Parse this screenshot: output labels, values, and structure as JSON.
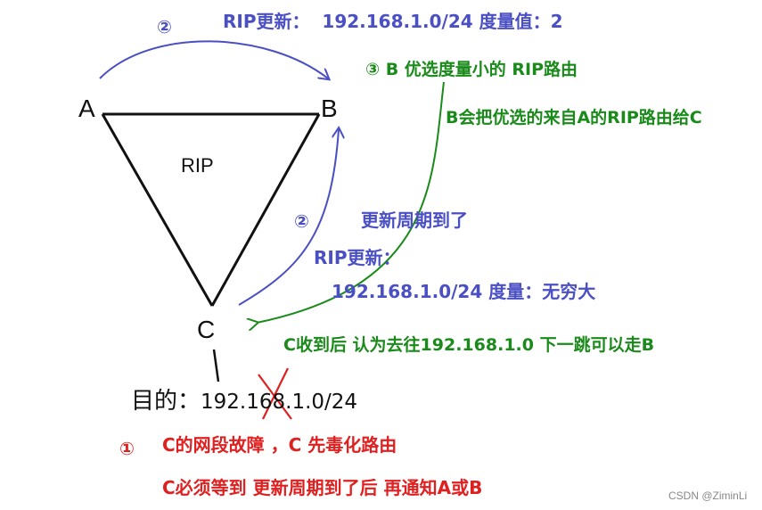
{
  "nodes": {
    "a": "A",
    "b": "B",
    "c": "C"
  },
  "center_label": "RIP",
  "destination": {
    "prefix": "目的：",
    "address": "192.168.1.0/24"
  },
  "top_update": {
    "step": "②",
    "text": "RIP更新：  192.168.1.0/24 度量值：2"
  },
  "step3": {
    "text": "③ B 优选度量小的 RIP路由"
  },
  "b_forward": "B会把优选的来自A的RIP路由给C",
  "mid_update": {
    "step": "②",
    "cycle": "更新周期到了",
    "label": "RIP更新：",
    "detail": "192.168.1.0/24 度量：无穷大"
  },
  "c_received": "C收到后 认为去往192.168.1.0 下一跳可以走B",
  "step1": {
    "step": "①",
    "line1": "C的网段故障 ，C 先毒化路由",
    "line2": "C必须等到 更新周期到了后 再通知A或B"
  },
  "watermark": "CSDN @ZiminLi",
  "colors": {
    "blue": "#4a4fc4",
    "green": "#1a8a1a",
    "red": "#e02020",
    "black": "#111111"
  },
  "icons": {
    "failure_mark": "red-x-icon"
  }
}
